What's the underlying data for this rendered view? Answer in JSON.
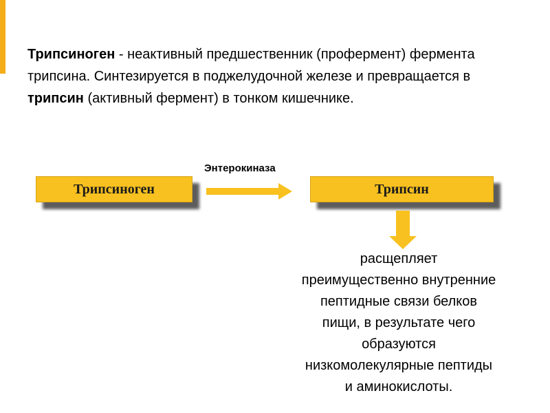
{
  "colors": {
    "accent": "#f3ad18",
    "box_fill": "#f8c120",
    "arrow_fill": "#f8c120"
  },
  "intro": {
    "term": "Трипсиноген",
    "text1": " - неактивный предшественник (профермент) фермента трипсина. Синтезируется в поджелудочной железе и превращается в ",
    "term2": "трипсин",
    "text2": " (активный фермент) в тонком кишечнике."
  },
  "diagram": {
    "source_box": "Трипсиноген",
    "target_box": "Трипсин",
    "enzyme_label": "Энтерокиназа",
    "arrow_right_icon": "arrow-right-icon",
    "arrow_down_icon": "arrow-down-icon",
    "description_lines": [
      "расщепляет",
      "преимущественно внутренние",
      "пептидные связи белков",
      "пищи, в результате чего",
      "образуются",
      "низкомолекулярные пептиды",
      "и аминокислоты."
    ]
  }
}
